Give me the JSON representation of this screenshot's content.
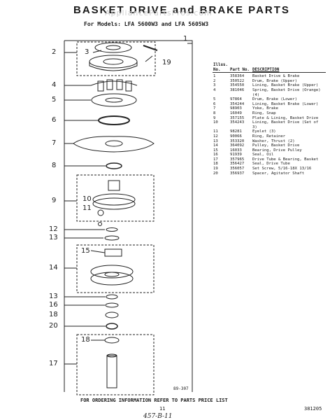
{
  "header": {
    "title": "BASKET DRIVE and BRAKE PARTS",
    "watermark": "AppliancePartsPros.com",
    "models": "For Models: LFA 5600W3  and LFA 5605W3"
  },
  "callouts": [
    "1",
    "2",
    "3",
    "19",
    "4",
    "5",
    "6",
    "7",
    "8",
    "9",
    "10",
    "11",
    "12",
    "13",
    "15",
    "14",
    "13",
    "16",
    "18",
    "20",
    "18",
    "17"
  ],
  "figure_number": "89-307",
  "table": {
    "headers": {
      "illus": "Illus. No.",
      "part": "Part No.",
      "desc": "DESCRIPTION"
    },
    "rows": [
      {
        "no": "1",
        "part": "358364",
        "desc": "Basket Drive & Brake"
      },
      {
        "no": "2",
        "part": "350522",
        "desc": "Drum, Brake (Upper)"
      },
      {
        "no": "3",
        "part": "354550",
        "desc": "Lining, Basket Brake (Upper)"
      },
      {
        "no": "4",
        "part": "381046",
        "desc": "Spring, Basket Drive (Orange) (4)"
      },
      {
        "no": "5",
        "part": "97864",
        "desc": "Drum, Brake (Lower)"
      },
      {
        "no": "6",
        "part": "354244",
        "desc": "Lining, Basket Brake (Lower)"
      },
      {
        "no": "7",
        "part": "98903",
        "desc": "Yoke, Brake"
      },
      {
        "no": "8",
        "part": "16049",
        "desc": "Ring, Snap"
      },
      {
        "no": "9",
        "part": "357155",
        "desc": "Plate & Lining, Basket Drive"
      },
      {
        "no": "10",
        "part": "354243",
        "desc": "Lining, Basket Drive (Set of 3)"
      },
      {
        "no": "11",
        "part": "98281",
        "desc": "Eyelet (3)"
      },
      {
        "no": "12",
        "part": "90066",
        "desc": "Ring, Retainer"
      },
      {
        "no": "13",
        "part": "353320",
        "desc": "Washer, Thrust (2)"
      },
      {
        "no": "14",
        "part": "364092",
        "desc": "Pulley, Basket Drive"
      },
      {
        "no": "15",
        "part": "16033",
        "desc": "Bearing, Drive Pulley"
      },
      {
        "no": "16",
        "part": "91939",
        "desc": "Seal, Oil"
      },
      {
        "no": "17",
        "part": "357965",
        "desc": "Drive Tube & Bearing, Basket"
      },
      {
        "no": "18",
        "part": "356427",
        "desc": "Seal, Drive Tube"
      },
      {
        "no": "19",
        "part": "356057",
        "desc": "Set Screw, 5/16-18X 13/16"
      },
      {
        "no": "20",
        "part": "356937",
        "desc": "Spacer, Agitator Shaft"
      }
    ]
  },
  "footer": {
    "note": "FOR ORDERING INFORMATION REFER TO PARTS PRICE LIST",
    "page": "11",
    "doc_number": "381205",
    "handwritten": "457-B-11"
  }
}
